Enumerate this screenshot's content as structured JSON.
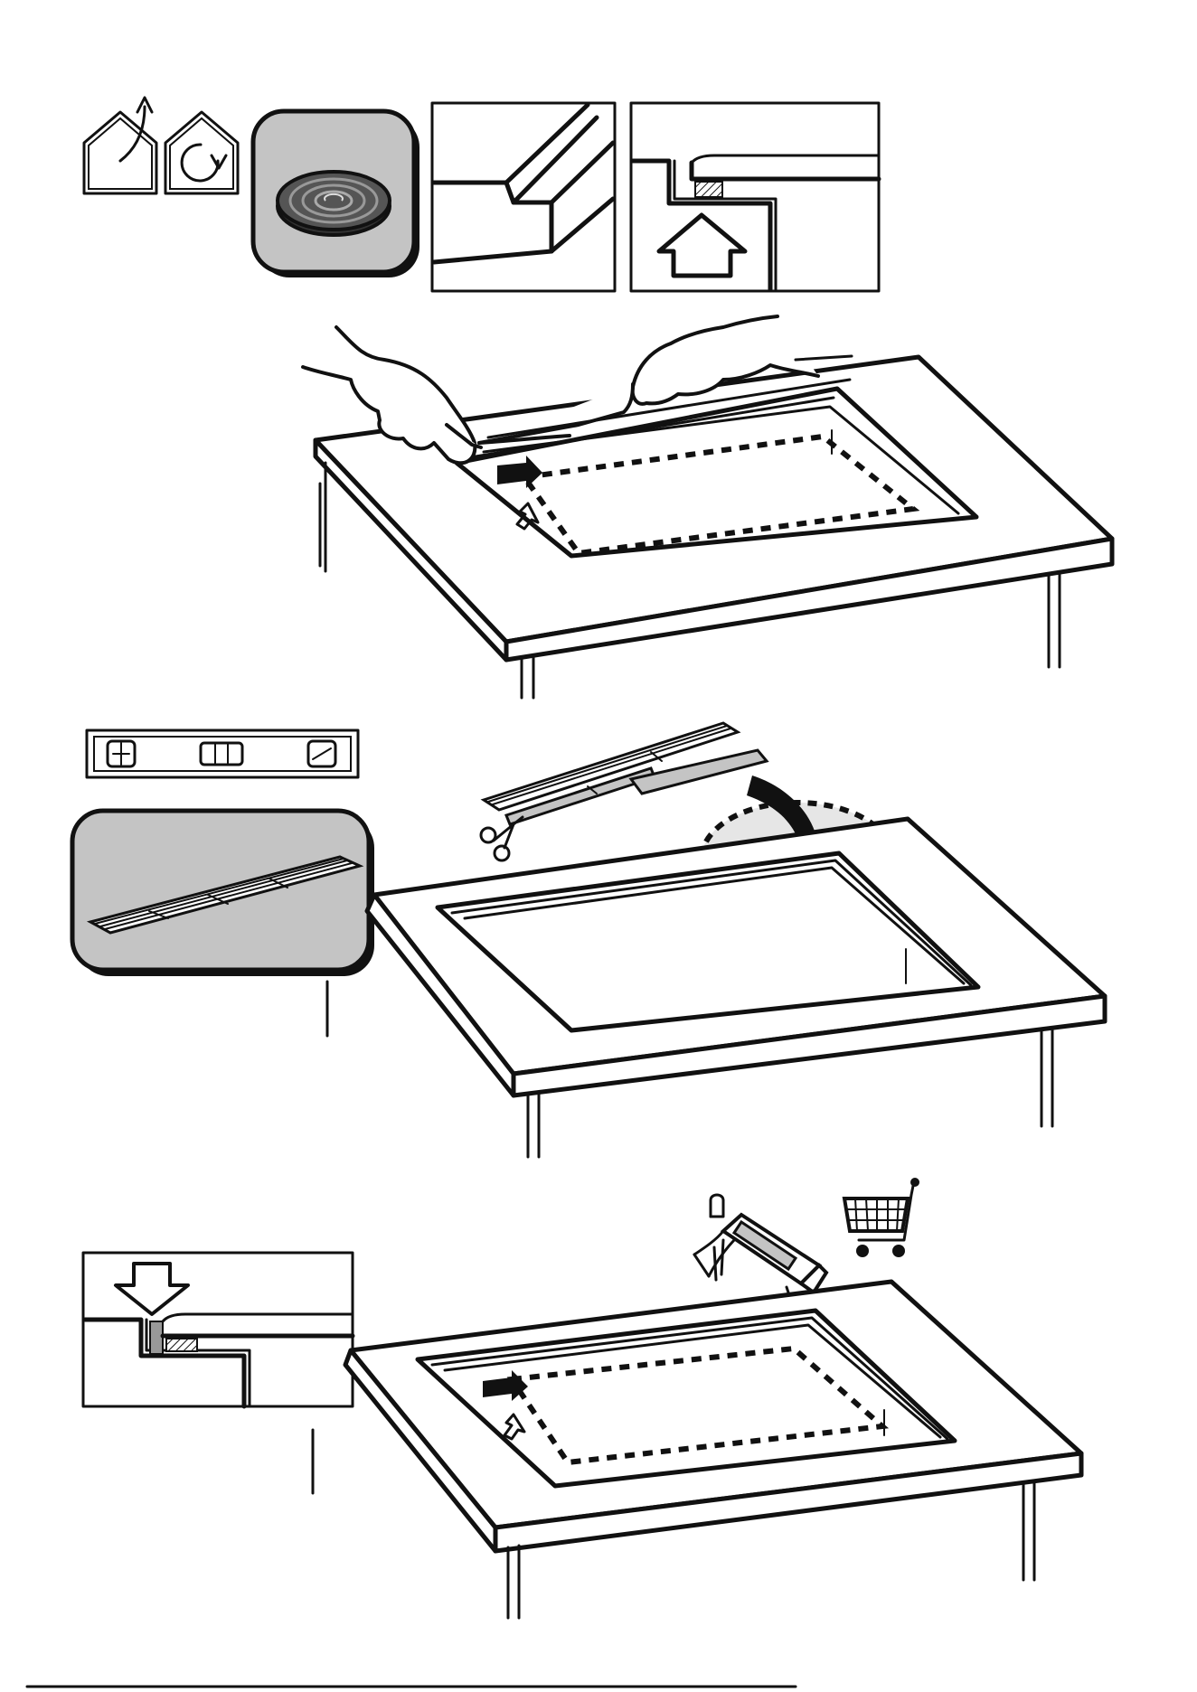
{
  "steps": [
    {
      "id": 1,
      "icons": [
        "indoor-use-icon",
        "rotate-icon",
        "seal-tape-roll-icon",
        "profile-detail-icon",
        "seal-position-detail-icon"
      ]
    },
    {
      "id": 2,
      "icons": [
        "spirit-level-icon",
        "shim-strips-icon",
        "scissors-icon"
      ]
    },
    {
      "id": 3,
      "icons": [
        "press-down-detail-icon",
        "caulking-gun-icon",
        "shopping-cart-icon"
      ]
    }
  ],
  "colors": {
    "line": "#111111",
    "panel_gray": "#c4c4c4",
    "highlight": "#e6e6e6",
    "background": "#ffffff"
  }
}
